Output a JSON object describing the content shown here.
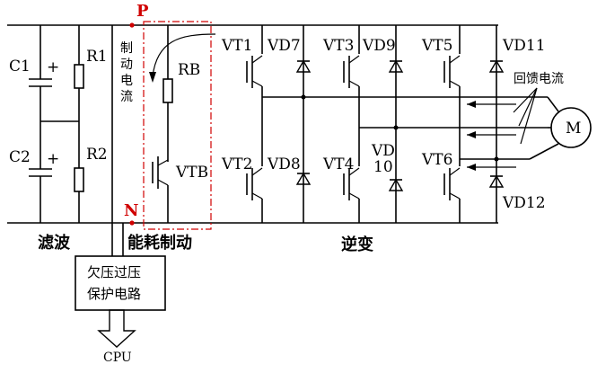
{
  "diagram": {
    "nodes": {
      "p": "P",
      "n": "N"
    },
    "components": {
      "c1": "C1",
      "c2": "C2",
      "r1": "R1",
      "r2": "R2",
      "rb": "RB",
      "vtb": "VTB",
      "vt1": "VT1",
      "vt2": "VT2",
      "vt3": "VT3",
      "vt4": "VT4",
      "vt5": "VT5",
      "vt6": "VT6",
      "vd7": "VD7",
      "vd8": "VD8",
      "vd9": "VD9",
      "vd10_line1": "VD",
      "vd10_line2": "10",
      "vd11": "VD11",
      "vd12": "VD12",
      "motor": "M",
      "plus": "+"
    },
    "annotations": {
      "brake_current": [
        "制",
        "动",
        "电",
        "流"
      ],
      "feedback_current": "回馈电流"
    },
    "sections": {
      "filter": "滤波",
      "braking": "能耗制动",
      "inverter": "逆变"
    },
    "protection_box": {
      "line1": "欠压过压",
      "line2": "保护电路"
    },
    "cpu": "CPU",
    "colors": {
      "wire": "#000000",
      "node_label": "#d00000",
      "dashed_box": "#d00000"
    }
  }
}
